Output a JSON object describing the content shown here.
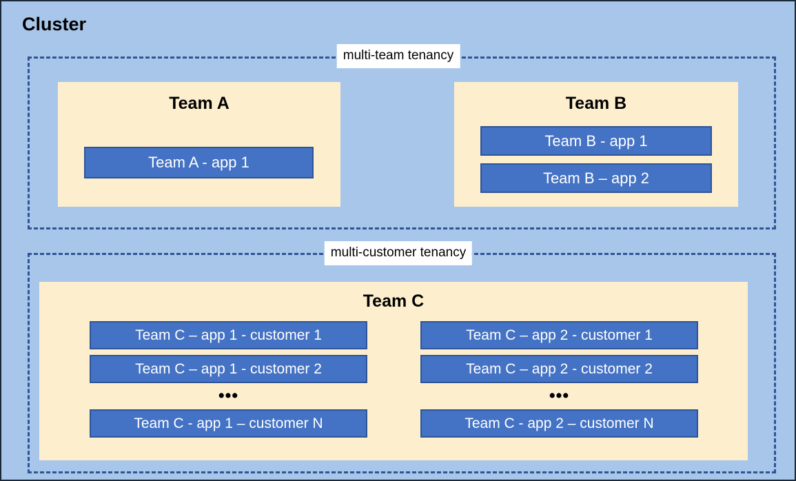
{
  "diagram": {
    "title": "Cluster",
    "background_color": "#A8C6EA",
    "frame_border_color": "#1b2838",
    "zones": [
      {
        "id": "multi-team",
        "label": "multi-team tenancy",
        "border_color": "#2F5496",
        "border_style": "dashed"
      },
      {
        "id": "multi-customer",
        "label": "multi-customer tenancy",
        "border_color": "#2F5496",
        "border_style": "dashed"
      }
    ],
    "panel_color": "#FDEFCE",
    "app_box_color": "#4472C4",
    "app_box_border_color": "#2E5496",
    "app_box_text_color": "#FFFFFF",
    "teams": [
      {
        "id": "team-a",
        "name": "Team A",
        "apps": [
          {
            "label": "Team A - app 1"
          }
        ]
      },
      {
        "id": "team-b",
        "name": "Team B",
        "apps": [
          {
            "label": "Team B - app 1"
          },
          {
            "label": "Team B – app 2"
          }
        ]
      },
      {
        "id": "team-c",
        "name": "Team C",
        "columns": [
          {
            "id": "team-c-app-1",
            "apps": [
              {
                "label": "Team C – app 1 - customer 1"
              },
              {
                "label": "Team C – app 1 - customer 2"
              }
            ],
            "ellipsis": "•••",
            "last_app": {
              "label": "Team C - app 1 – customer N"
            }
          },
          {
            "id": "team-c-app-2",
            "apps": [
              {
                "label": "Team C – app 2 - customer 1"
              },
              {
                "label": "Team C – app 2 - customer 2"
              }
            ],
            "ellipsis": "•••",
            "last_app": {
              "label": "Team C - app 2 – customer N"
            }
          }
        ]
      }
    ]
  }
}
